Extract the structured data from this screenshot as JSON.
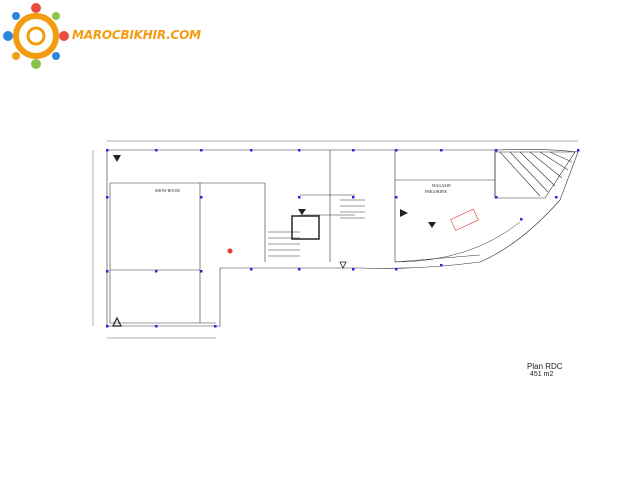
{
  "logo": {
    "icon": "people-circle-logo-icon",
    "text": "MAROCBIKHIR.COM",
    "colors": {
      "orange": "#f39c12",
      "red": "#e74c3c",
      "blue": "#2e86de",
      "green": "#8bc34a"
    }
  },
  "plan": {
    "title": "Plan RDC",
    "area": "451 m2",
    "rooms": {
      "show_room": "SHOW ROOM",
      "magasin": "MAGASIN",
      "magasin_sub": "FRIGORIFIE"
    },
    "colors": {
      "lines": "#333333",
      "columns": "#1f2bd6",
      "accent": "#e53935"
    }
  }
}
